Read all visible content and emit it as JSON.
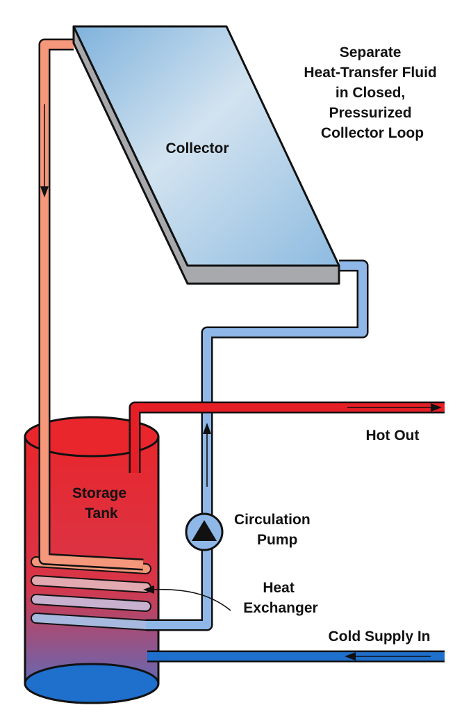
{
  "labels": {
    "collector": "Collector",
    "loop_note": [
      "Separate",
      "Heat-Transfer Fluid",
      "in Closed,",
      "Pressurized",
      "Collector Loop"
    ],
    "storage_tank": [
      "Storage",
      "Tank"
    ],
    "hot_out": "Hot Out",
    "circulation_pump": [
      "Circulation",
      "Pump"
    ],
    "heat_exchanger": [
      "Heat",
      "Exchanger"
    ],
    "cold_supply_in": "Cold Supply In"
  },
  "colors": {
    "hot_return_pipe": "#f4977a",
    "collector_supply_pipe": "#8fb8e8",
    "hot_water_pipe": "#e61e26",
    "cold_water_pipe": "#1f6fcc",
    "tank_top": "#e8262c",
    "tank_bottom": "#4e72c8",
    "collector_face": "#a9cbe8",
    "collector_edge": "#a7a9ac",
    "outline": "#111111"
  }
}
